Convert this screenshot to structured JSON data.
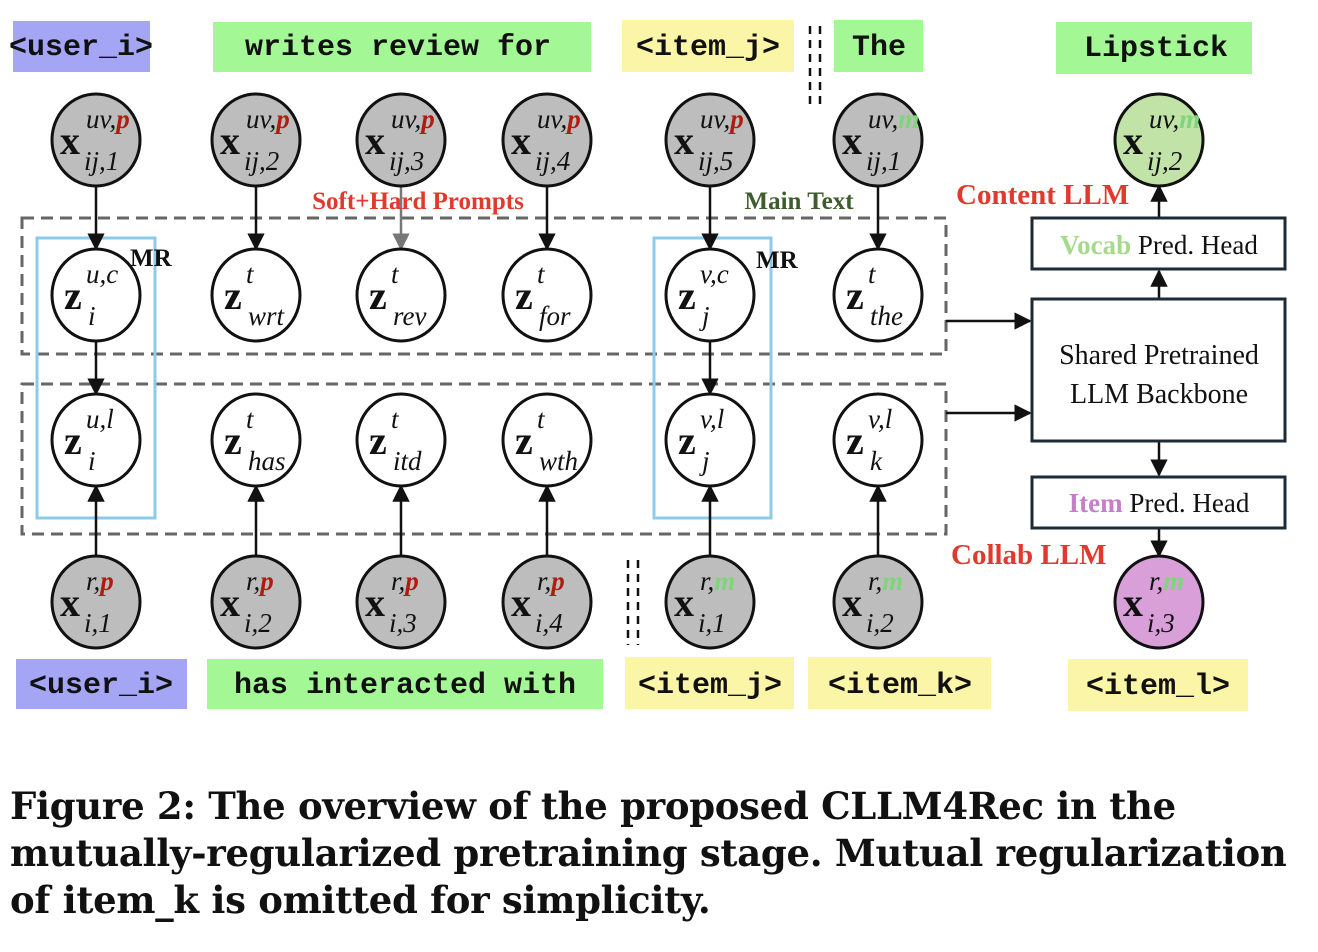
{
  "colors": {
    "user_token": "#a5a5f5",
    "text_token": "#a3f794",
    "item_token": "#fbf5a8",
    "observed_node": "#bdbdbd",
    "content_output_node": "#c2e3a8",
    "collab_output_node": "#d89fd8",
    "mr_box": "#8ecbe8",
    "prompt_label": "#e03a2e",
    "main_text_label": "#3e5c2c",
    "vocab_word": "#a6d98c",
    "item_word": "#c77ec8",
    "superscript_p": "#b01c10",
    "superscript_m": "#7fd67a"
  },
  "top_tokens": [
    {
      "label": "<user_i>",
      "kind": "user"
    },
    {
      "label": "writes review for",
      "kind": "text"
    },
    {
      "label": "<item_j>",
      "kind": "item"
    },
    {
      "label": "The",
      "kind": "text"
    },
    {
      "label": "Lipstick",
      "kind": "text"
    }
  ],
  "bottom_tokens": [
    {
      "label": "<user_i>",
      "kind": "user"
    },
    {
      "label": "has interacted with",
      "kind": "text"
    },
    {
      "label": "<item_j>",
      "kind": "item"
    },
    {
      "label": "<item_k>",
      "kind": "item"
    },
    {
      "label": "<item_l>",
      "kind": "item"
    }
  ],
  "content_observed_nodes": [
    {
      "base": "x",
      "sup": "uv,",
      "sup_mark": "p",
      "sub": "ij,1"
    },
    {
      "base": "x",
      "sup": "uv,",
      "sup_mark": "p",
      "sub": "ij,2"
    },
    {
      "base": "x",
      "sup": "uv,",
      "sup_mark": "p",
      "sub": "ij,3"
    },
    {
      "base": "x",
      "sup": "uv,",
      "sup_mark": "p",
      "sub": "ij,4"
    },
    {
      "base": "x",
      "sup": "uv,",
      "sup_mark": "p",
      "sub": "ij,5"
    },
    {
      "base": "x",
      "sup": "uv,",
      "sup_mark": "m",
      "sub": "ij,1"
    }
  ],
  "content_output_node": {
    "base": "x",
    "sup": "uv,",
    "sup_mark": "m",
    "sub": "ij,2"
  },
  "content_latent_nodes": [
    {
      "base": "z",
      "sup": "u,c",
      "sub": "i"
    },
    {
      "base": "z",
      "sup": "t",
      "sub": "wrt"
    },
    {
      "base": "z",
      "sup": "t",
      "sub": "rev"
    },
    {
      "base": "z",
      "sup": "t",
      "sub": "for"
    },
    {
      "base": "z",
      "sup": "v,c",
      "sub": "j"
    },
    {
      "base": "z",
      "sup": "t",
      "sub": "the"
    }
  ],
  "collab_latent_nodes": [
    {
      "base": "z",
      "sup": "u,l",
      "sub": "i"
    },
    {
      "base": "z",
      "sup": "t",
      "sub": "has"
    },
    {
      "base": "z",
      "sup": "t",
      "sub": "itd"
    },
    {
      "base": "z",
      "sup": "t",
      "sub": "wth"
    },
    {
      "base": "z",
      "sup": "v,l",
      "sub": "j"
    },
    {
      "base": "z",
      "sup": "v,l",
      "sub": "k"
    }
  ],
  "collab_observed_nodes": [
    {
      "base": "x",
      "sup": "r,",
      "sup_mark": "p",
      "sub": "i,1"
    },
    {
      "base": "x",
      "sup": "r,",
      "sup_mark": "p",
      "sub": "i,2"
    },
    {
      "base": "x",
      "sup": "r,",
      "sup_mark": "p",
      "sub": "i,3"
    },
    {
      "base": "x",
      "sup": "r,",
      "sup_mark": "p",
      "sub": "i,4"
    },
    {
      "base": "x",
      "sup": "r,",
      "sup_mark": "m",
      "sub": "i,1"
    },
    {
      "base": "x",
      "sup": "r,",
      "sup_mark": "m",
      "sub": "i,2"
    }
  ],
  "collab_output_node": {
    "base": "x",
    "sup": "r,",
    "sup_mark": "m",
    "sub": "i,3"
  },
  "labels": {
    "soft_hard_prompts": "Soft+Hard Prompts",
    "main_text": "Main Text",
    "mr_left": "MR",
    "mr_right": "MR",
    "content_llm": "Content LLM",
    "collab_llm": "Collab LLM"
  },
  "blocks": {
    "vocab_head_colored": "Vocab",
    "vocab_head_rest": " Pred. Head",
    "backbone_line1": "Shared Pretrained",
    "backbone_line2": "LLM Backbone",
    "item_head_colored": "Item",
    "item_head_rest": " Pred. Head"
  },
  "caption": "Figure 2: The overview of the proposed CLLM4Rec in the mutually-regularized pretraining stage. Mutual regularization of item_k is omitted for simplicity."
}
